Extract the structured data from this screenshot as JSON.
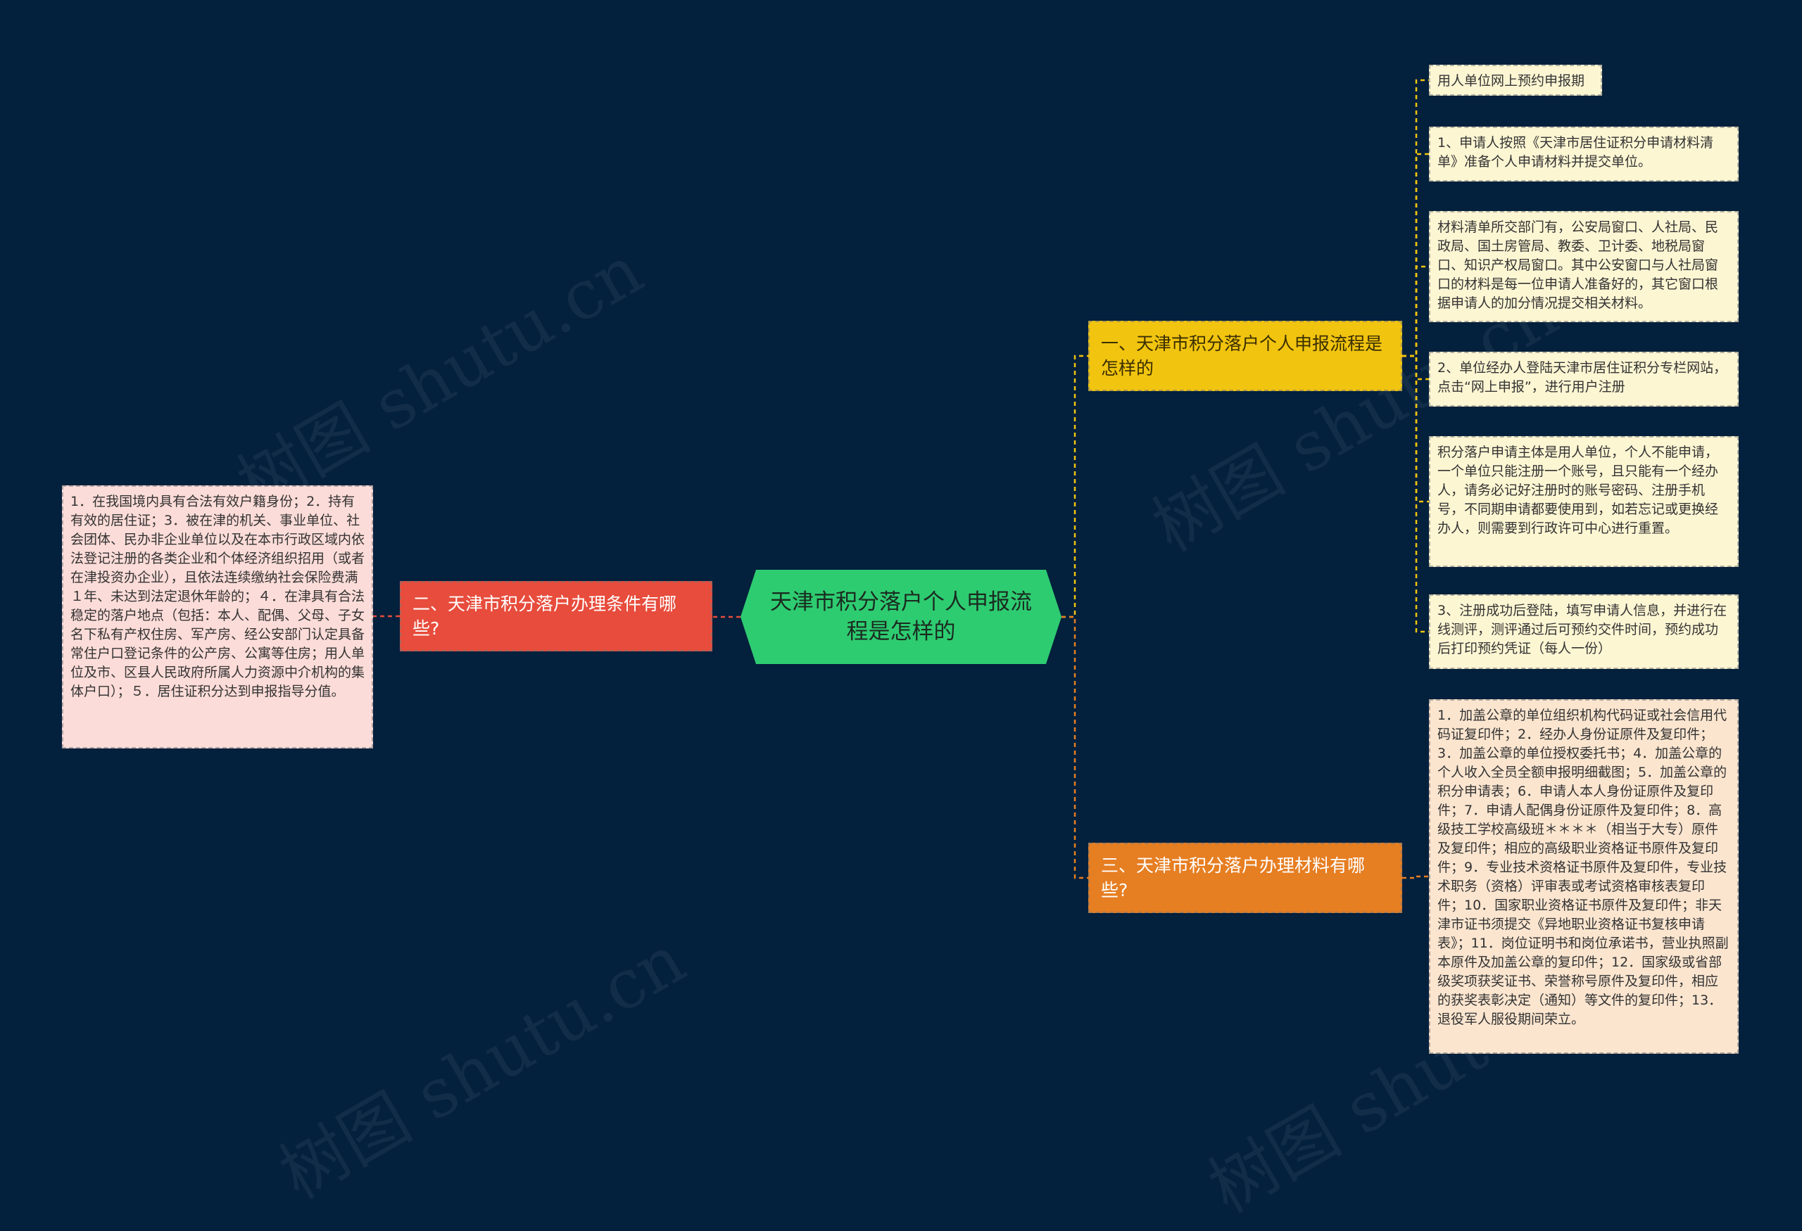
{
  "watermark": "树图 shutu.cn",
  "colors": {
    "background": "#03203c",
    "root": "#2ecc71",
    "branch1": "#f1c40f",
    "branch2": "#e74c3c",
    "branch3": "#e67e22",
    "connector_yellow": "#f1c40f",
    "connector_red": "#e74c3c",
    "connector_orange": "#e67e22"
  },
  "root": {
    "text": "天津市积分落户个人申报流程是怎样的"
  },
  "branches": [
    {
      "text": "一、天津市积分落户个人申报流程是怎样的",
      "leaves": [
        "用人单位网上预约申报期",
        "1、申请人按照《天津市居住证积分申请材料清单》准备个人申请材料并提交单位。",
        "材料清单所交部门有，公安局窗口、人社局、民政局、国土房管局、教委、卫计委、地税局窗口、知识产权局窗口。其中公安窗口与人社局窗口的材料是每一位申请人准备好的，其它窗口根据申请人的加分情况提交相关材料。",
        "2、单位经办人登陆天津市居住证积分专栏网站，点击“网上申报”，进行用户注册",
        "积分落户申请主体是用人单位，个人不能申请，一个单位只能注册一个账号，且只能有一个经办人，请务必记好注册时的账号密码、注册手机号，不同期申请都要使用到，如若忘记或更换经办人，则需要到行政许可中心进行重置。",
        "3、注册成功后登陆，填写申请人信息，并进行在线测评，测评通过后可预约交件时间，预约成功后打印预约凭证（每人一份）"
      ]
    },
    {
      "text": "二、天津市积分落户办理条件有哪些?",
      "leaves": [
        "1．在我国境内具有合法有效户籍身份；2．持有有效的居住证；3．被在津的机关、事业单位、社会团体、民办非企业单位以及在本市行政区域内依法登记注册的各类企业和个体经济组织招用（或者在津投资办企业），且依法连续缴纳社会保险费满１年、未达到法定退休年龄的；４．在津具有合法稳定的落户地点（包括：本人、配偶、父母、子女名下私有产权住房、军产房、经公安部门认定具备常住户口登记条件的公产房、公寓等住房；用人单位及市、区县人民政府所属人力资源中介机构的集体户口）；５．居住证积分达到申报指导分值。"
      ]
    },
    {
      "text": "三、天津市积分落户办理材料有哪些?",
      "leaves": [
        "1．加盖公章的单位组织机构代码证或社会信用代码证复印件；2．经办人身份证原件及复印件；3．加盖公章的单位授权委托书；4．加盖公章的个人收入全员全额申报明细截图；5．加盖公章的积分申请表；6．申请人本人身份证原件及复印件；7．申请人配偶身份证原件及复印件；8．高级技工学校高级班＊＊＊＊（相当于大专）原件及复印件；相应的高级职业资格证书原件及复印件；9．专业技术资格证书原件及复印件，专业技术职务（资格）评审表或考试资格审核表复印件；10．国家职业资格证书原件及复印件；非天津市证书须提交《异地职业资格证书复核申请表》；11．岗位证明书和岗位承诺书，营业执照副本原件及加盖公章的复印件；12．国家级或省部级奖项获奖证书、荣誉称号原件及复印件，相应的获奖表彰决定（通知）等文件的复印件；13．退役军人服役期间荣立。"
      ]
    }
  ]
}
